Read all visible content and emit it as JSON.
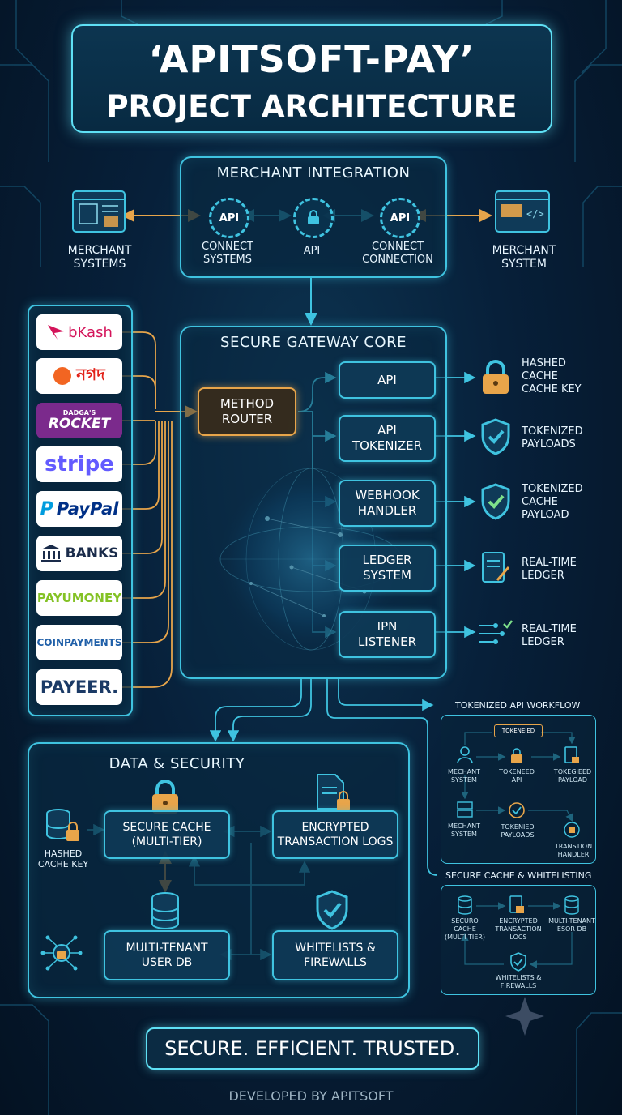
{
  "title": {
    "line1": "‘APITSOFT-PAY’",
    "line2": "PROJECT ARCHITECTURE"
  },
  "merchant_integration": {
    "title": "MERCHANT INTEGRATION",
    "left_label": "MERCHANT\nSYSTEMS",
    "right_label": "MERCHANT\nSYSTEM",
    "nodes": [
      {
        "badge": "API",
        "label": "CONNECT\nSYSTEMS"
      },
      {
        "badge": "",
        "label": "API"
      },
      {
        "badge": "API",
        "label": "CONNECT\nCONNECTION"
      }
    ]
  },
  "payment_methods": [
    "bKash",
    "নগদ",
    "ROCKET",
    "stripe",
    "PayPal",
    "BANKS",
    "PAYUMONEY",
    "COINPAYMENTS",
    "PAYEER."
  ],
  "payment_sublabels": {
    "rocket_top": "DADGA'S"
  },
  "gateway": {
    "title": "SECURE GATEWAY CORE",
    "router": "METHOD\nROUTER",
    "services": [
      "API",
      "API\nTOKENIZER",
      "WEBHOOK\nHANDLER",
      "LEDGER\nSYSTEM",
      "IPN\nLISTENER"
    ],
    "outputs": [
      "HASHED\nCACHE\nCACHE KEY",
      "TOKENIZED\nPAYLOADS",
      "TOKENIZED\nCACHE\nPAYLOAD",
      "REAL-TIME\nLEDGER",
      "REAL-TIME\nLEDGER"
    ]
  },
  "data_security": {
    "title": "DATA & SECURITY",
    "hashed_label": "HASHED\nCACHE KEY",
    "nodes": [
      "SECURE CACHE\n(MULTI-TIER)",
      "ENCRYPTED\nTRANSACTION LOGS",
      "MULTI-TENANT\nUSER DB",
      "WHITELISTS &\nFIREWALLS"
    ]
  },
  "tokenized_workflow": {
    "title": "TOKENIZED API WORKFLOW",
    "badge": "TOKENEIED",
    "row1": [
      "MECHANT\nSYSTEM",
      "TOKENEED\nAPI",
      "TOKEGIEED\nPAYLOAD"
    ],
    "row2": [
      "MECHANT\nSYSTEM",
      "TOKENIED\nPAYLOADS",
      "TRANSTION\nHANDLER"
    ]
  },
  "secure_cache_whitelisting": {
    "title": "SECURE CACHE & WHITELISTING",
    "items": [
      "SECURO CACHE\n(MULTI TIER)",
      "ENCRYPTED\nTRANSACTION LOCS",
      "MULTI-TENANT\nESOR DB"
    ],
    "bottom": "WHITELISTS &\nFIREWALLS"
  },
  "tagline": "SECURE. EFFICIENT. TRUSTED.",
  "footer": "DEVELOPED BY APITSOFT",
  "colors": {
    "accent": "#3fc3e0",
    "orange": "#e8a54a",
    "background": "#06182a"
  }
}
